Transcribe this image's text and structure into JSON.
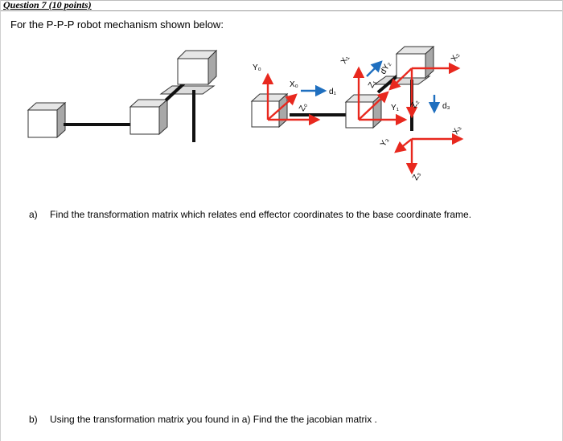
{
  "header": {
    "title": "Question 7 (10 points)"
  },
  "prompt": "For the P-P-P robot mechanism shown below:",
  "figure": {
    "frame0_labels": {
      "y": "Y₀",
      "x": "X₀",
      "z": "Z₀",
      "d1": "d₁"
    },
    "frame1_labels": {
      "x": "X₁",
      "z": "Z₁",
      "y": "Y₁",
      "d2": "dY₂"
    },
    "frame2_labels": {
      "x": "X₂",
      "z": "Z₂",
      "d3": "d₃"
    },
    "frame3_labels": {
      "x": "X₃",
      "y": "Y₃",
      "z": "Z₃"
    },
    "colors": {
      "axis_red": "#e8281e",
      "axis_blue": "#1f6fbf",
      "link_black": "#111111"
    }
  },
  "parts": [
    {
      "label": "a)",
      "text": "Find the transformation matrix which relates end effector coordinates to the base coordinate frame."
    },
    {
      "label": "b)",
      "text": "Using the transformation matrix you found in a) Find the the jacobian matrix ."
    }
  ]
}
